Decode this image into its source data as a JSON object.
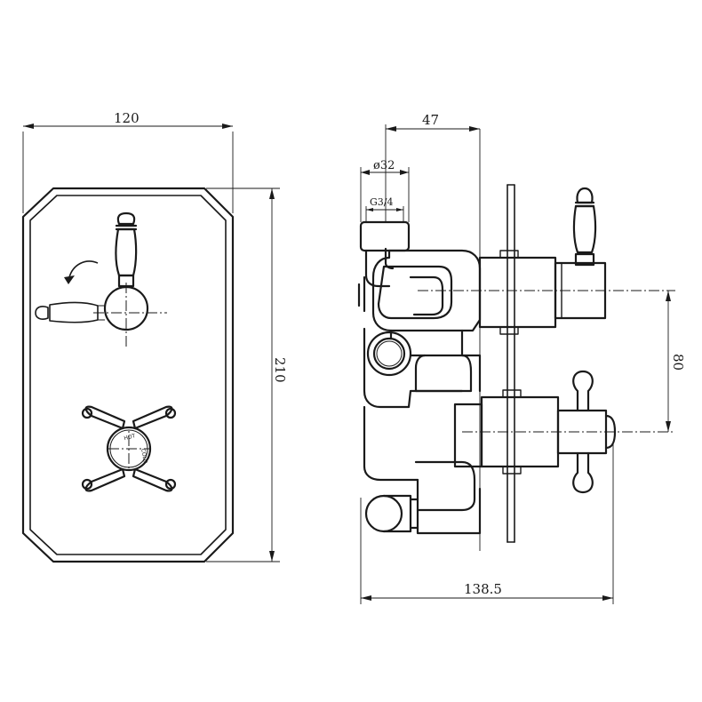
{
  "dimensions": {
    "front_width": "120",
    "front_height": "210",
    "side_depth": "47",
    "outlet_diameter": "ø32",
    "thread": "G3/4",
    "handle_spacing": "80",
    "overall_depth": "138.5"
  },
  "dial_markings": {
    "hot": "HOT",
    "cold": "COLD"
  }
}
